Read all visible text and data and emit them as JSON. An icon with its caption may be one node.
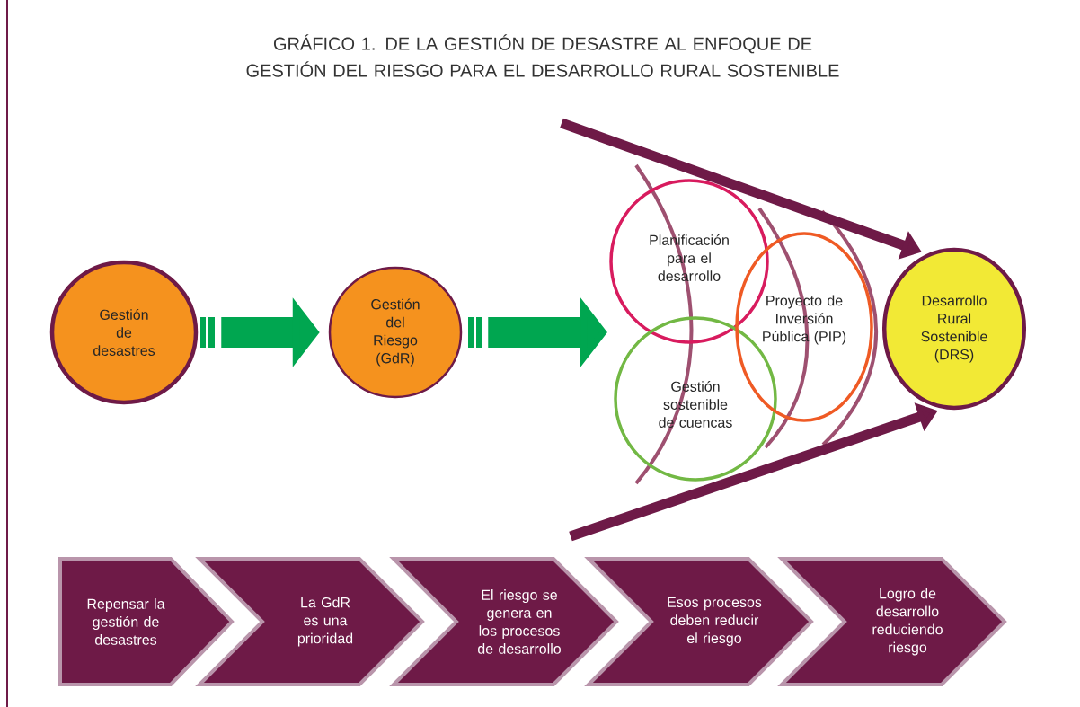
{
  "diagram": {
    "title": "GRÁFICO 1. DE LA GESTIÓN DE DESASTRE AL ENFOQUE DE GESTIÓN DEL RIESGO PARA EL DESARROLLO RURAL SOSTENIBLE",
    "nodes": [
      {
        "text": [
          "Gestión de desastres"
        ]
      },
      {
        "text": [
          "Gestión del Riesgo (GdR)"
        ]
      },
      {
        "text": [
          "Planificación para el desarrollo"
        ]
      },
      {
        "text": [
          "Gestión sostenible de cuencas"
        ]
      },
      {
        "text": [
          "Proyecto de Inversión Pública (PIP)"
        ]
      },
      {
        "text": [
          "Desarrollo Rural Sostenible (DRS)"
        ]
      },
      {
        "text": [
          "Repensar la gestión de desastres"
        ]
      },
      {
        "text": [
          "La GdR es una prioridad"
        ]
      },
      {
        "text": [
          "El riesgo se genera en los procesos de desarrollo"
        ]
      },
      {
        "text": [
          "Esos procesos deben reducir el riesgo"
        ]
      },
      {
        "text": [
          "Logro de desarrollo reduciendo riesgo"
        ]
      }
    ],
    "edges": [
      {
        "from": 0,
        "to": 1,
        "arrow": "to",
        "style": "thick",
        "color": "#00a650"
      },
      {
        "from": 1,
        "to": null,
        "arrow": "to",
        "style": "thick",
        "color": "#00a650"
      },
      {
        "from": null,
        "to": 5,
        "arrow": "to",
        "color": "#6e1a47"
      },
      {
        "from": null,
        "to": 5,
        "arrow": "to",
        "color": "#6e1a47"
      }
    ]
  }
}
